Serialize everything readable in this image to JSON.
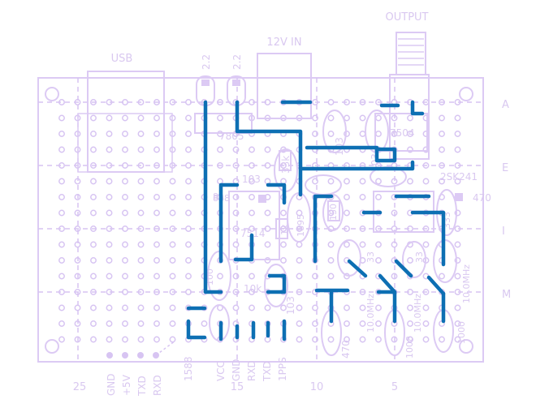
{
  "colors": {
    "silkscreen": "#dccaf4",
    "silkscreen_text": "#d4c2ee",
    "holes": "#d7c4f2",
    "traces": "#0d6fb3",
    "background": "#ffffff"
  },
  "top_labels": {
    "output": "OUTPUT",
    "power_in": "12V IN",
    "usb": "USB"
  },
  "row_labels": [
    "A",
    "E",
    "I",
    "M"
  ],
  "column_numbers": [
    "25",
    "15",
    "10",
    "5"
  ],
  "pin_labels": [
    "GND",
    "+5V",
    "TXD",
    "RXD",
    "1588",
    "VCC",
    "GND",
    "RXD",
    "TXD",
    "1PPS"
  ],
  "component_labels": {
    "cap_left": "2.2",
    "cap_right": "2.2",
    "regulator": "7805",
    "cap_103_top": "103",
    "cap_103_right": "103",
    "cap_103_mid": "103",
    "cap_103_low": "103",
    "ic_7504": "7504",
    "ic_7514": "7514",
    "jfet": "2SK241",
    "res_470_right": "470",
    "res_470_bottom": "470",
    "res_33k": "33k",
    "res_1k": "1k",
    "res_10k": "10k",
    "res_1895": "1895",
    "res_150": "150",
    "res_333": "333",
    "res_33_a": "33",
    "res_33_b": "33",
    "res_1008": "1008",
    "res_1000": "1000",
    "res_100": "100",
    "res_868": "868",
    "res_8": "8",
    "xtal_a": "10.0MHz",
    "xtal_b": "10.0MHz",
    "xtal_c": "10.0MHz"
  }
}
